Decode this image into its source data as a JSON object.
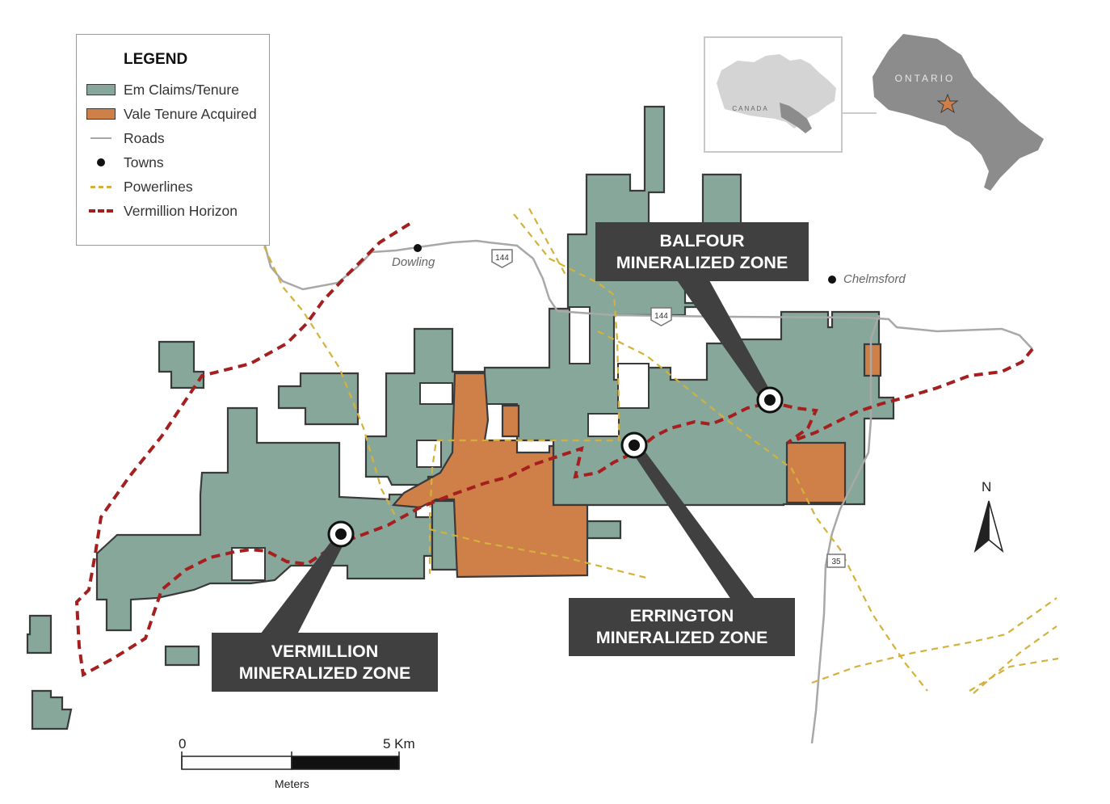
{
  "legend": {
    "title": "LEGEND",
    "items": [
      {
        "label": "Em Claims/Tenure",
        "symbol": "swatch",
        "color": "#87a79b"
      },
      {
        "label": "Vale Tenure Acquired",
        "symbol": "swatch",
        "color": "#cf8049"
      },
      {
        "label": "Roads",
        "symbol": "line",
        "color": "#a8a8a8"
      },
      {
        "label": "Towns",
        "symbol": "dot",
        "color": "#111111"
      },
      {
        "label": "Powerlines",
        "symbol": "dashed-line",
        "color": "#d4b13a"
      },
      {
        "label": "Vermillion Horizon",
        "symbol": "dashed-line",
        "color": "#a51f1f"
      }
    ]
  },
  "zones": {
    "balfour": {
      "line1": "BALFOUR",
      "line2": "MINERALIZED ZONE"
    },
    "errington": {
      "line1": "ERRINGTON",
      "line2": "MINERALIZED ZONE"
    },
    "vermillion": {
      "line1": "VERMILLION",
      "line2": "MINERALIZED ZONE"
    }
  },
  "towns": {
    "dowling": "Dowling",
    "chelmsford": "Chelmsford"
  },
  "highways": {
    "hwy144_a": "144",
    "hwy144_b": "144",
    "hwy35": "35"
  },
  "inset": {
    "canada_label": "CANADA",
    "ontario_label": "ONTARIO"
  },
  "north_arrow": {
    "label": "N"
  },
  "scale_bar": {
    "start": "0",
    "end": "5 Km",
    "unit": "Meters"
  },
  "colors": {
    "claims": "#87a79b",
    "vale": "#cf8049",
    "outline": "#3a3a3a",
    "road": "#a8a8a8",
    "powerline": "#d4b13a",
    "horizon": "#a51f1f",
    "label_box": "#404040",
    "inset_land": "#8c8c8c"
  }
}
